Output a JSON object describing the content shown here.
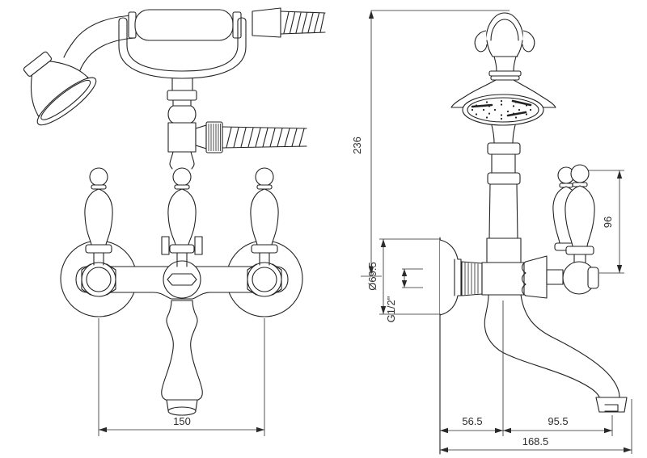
{
  "diagram": {
    "kind": "technical-drawing",
    "colors": {
      "line": "#222222",
      "background": "#ffffff",
      "text": "#2e2e2e"
    },
    "front_view": {
      "dimensions": {
        "centers_spread": "150"
      }
    },
    "side_view": {
      "dimensions": {
        "overall_height": "236",
        "escutcheon_diameter": "Ø69.5",
        "connection_thread": "G1/2\"",
        "handle_height": "96",
        "wall_to_center": "56.5",
        "center_to_spout_outlet": "95.5",
        "overall_projection": "168.5"
      }
    }
  }
}
